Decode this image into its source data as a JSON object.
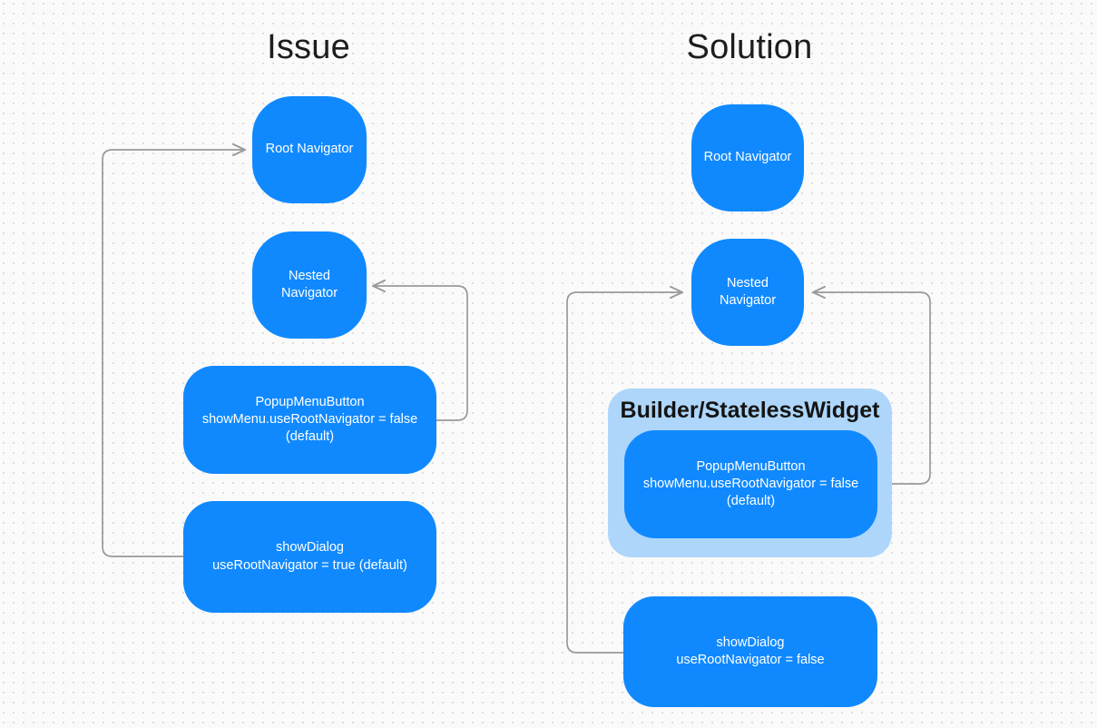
{
  "page": {
    "background_color": "#fafafa",
    "dot_grid_color": "#d9d5d5",
    "node_color": "#1089ff",
    "group_color": "#aed6fa",
    "edge_color": "#999999",
    "title_color": "#1d1d1d"
  },
  "columns": [
    {
      "id": "issue",
      "title": "Issue"
    },
    {
      "id": "solution",
      "title": "Solution"
    }
  ],
  "issue": {
    "root_navigator": {
      "line1": "Root Navigator"
    },
    "nested_navigator": {
      "line1": "Nested",
      "line2": "Navigator"
    },
    "popup_menu_button": {
      "line1": "PopupMenuButton",
      "line2": "showMenu.useRootNavigator =  false",
      "line3": "(default)"
    },
    "show_dialog": {
      "line1": "showDialog",
      "line2": "useRootNavigator = true (default)"
    }
  },
  "solution": {
    "root_navigator": {
      "line1": "Root Navigator"
    },
    "nested_navigator": {
      "line1": "Nested",
      "line2": "Navigator"
    },
    "builder_group": {
      "title": "Builder/StatelessWidget"
    },
    "popup_menu_button": {
      "line1": "PopupMenuButton",
      "line2": "showMenu.useRootNavigator =  false",
      "line3": "(default)"
    },
    "show_dialog": {
      "line1": "showDialog",
      "line2": "useRootNavigator = false"
    }
  },
  "edges": [
    {
      "id": "issue-showdialog-to-root",
      "from": "issue.show_dialog",
      "to": "issue.root_navigator",
      "arrow": "to-root-navigator"
    },
    {
      "id": "issue-popup-to-nested",
      "from": "issue.popup_menu_button",
      "to": "issue.nested_navigator",
      "arrow": "to-nested-navigator"
    },
    {
      "id": "solution-showdialog-to-nested",
      "from": "solution.show_dialog",
      "to": "solution.nested_navigator",
      "arrow": "to-nested-navigator"
    },
    {
      "id": "solution-popup-to-nested",
      "from": "solution.popup_menu_button",
      "to": "solution.nested_navigator",
      "arrow": "to-nested-navigator"
    }
  ]
}
